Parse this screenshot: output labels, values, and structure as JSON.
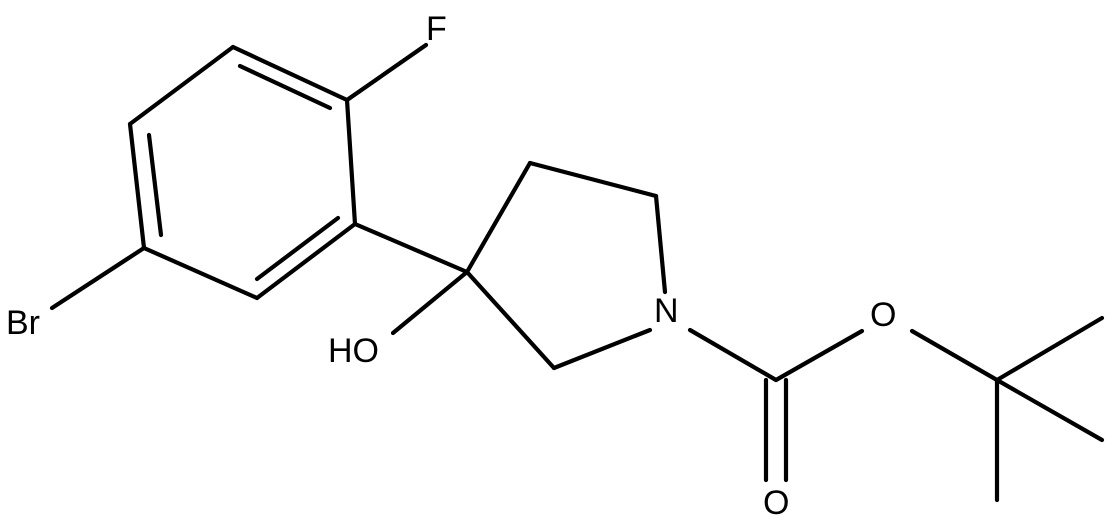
{
  "atoms": {
    "fluorine": "F",
    "bromine": "Br",
    "hydroxyl": "HO",
    "nitrogen": "N",
    "ester_oxygen": "O",
    "carbonyl_oxygen": "O"
  }
}
